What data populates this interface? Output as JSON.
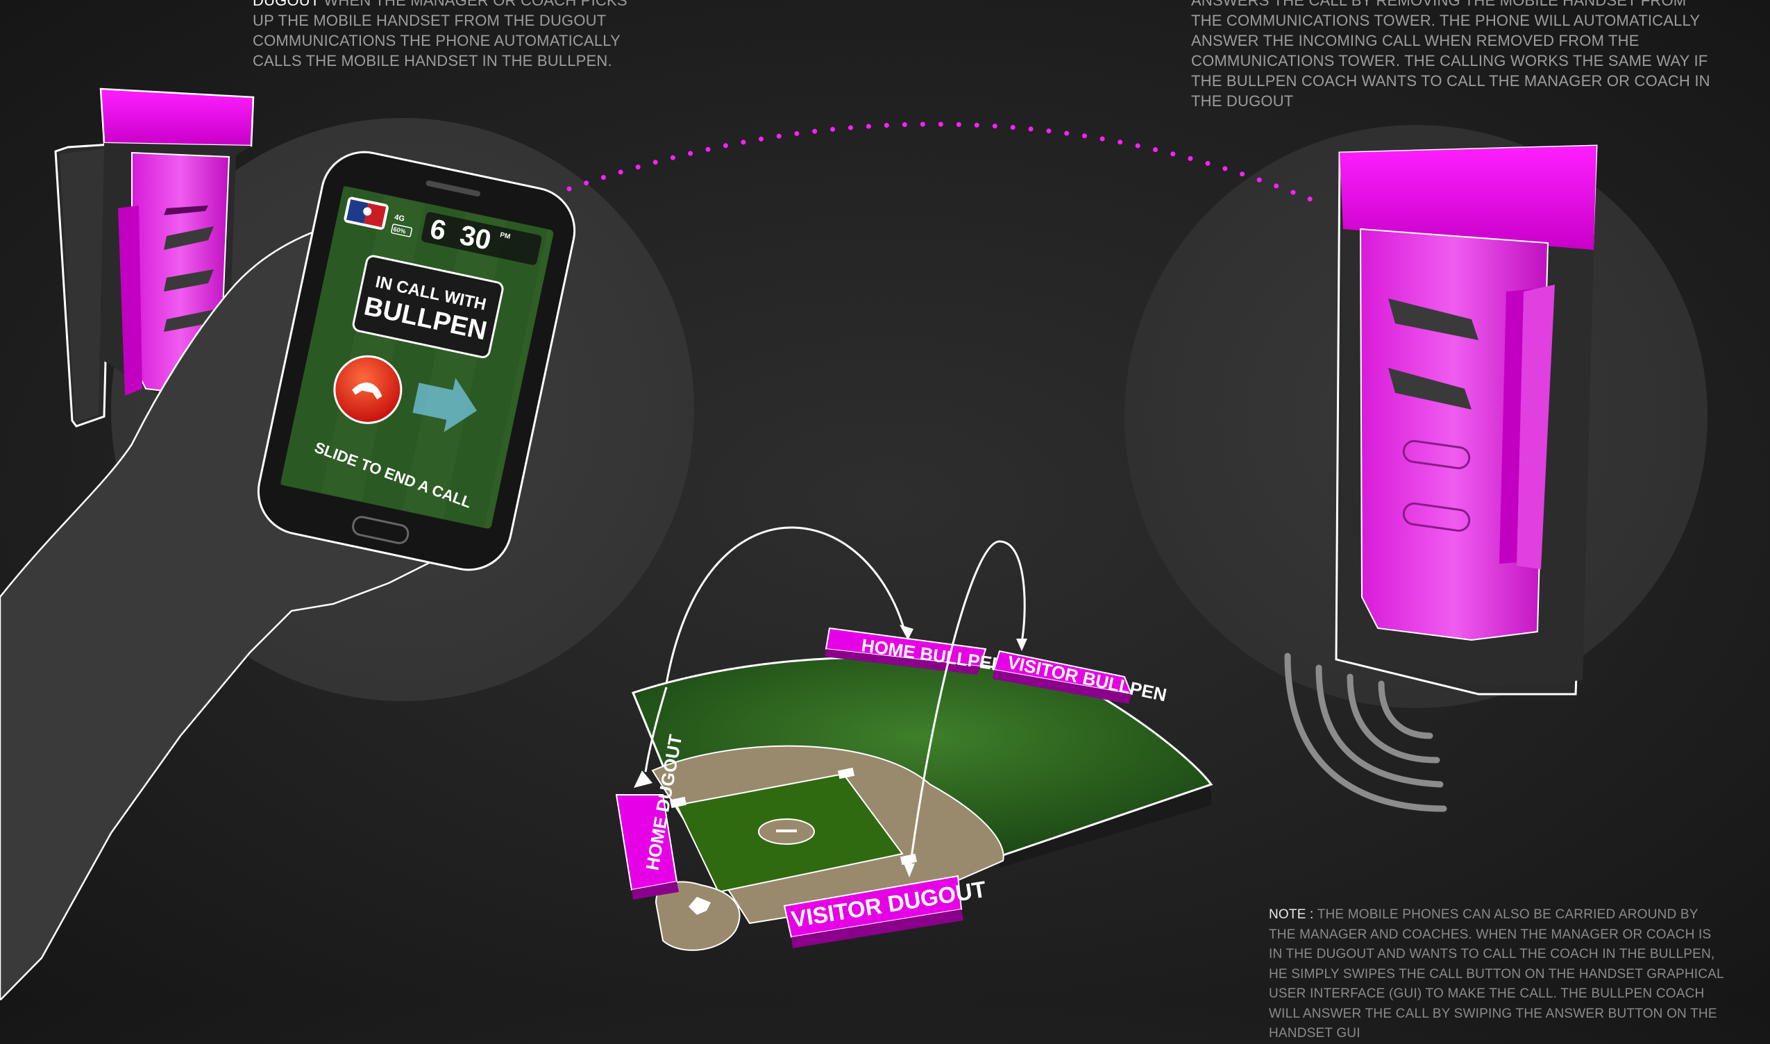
{
  "captions": {
    "left": {
      "lead": "DUGOUT",
      "text": " WHEN THE MANAGER OR COACH PICKS UP THE MOBILE HANDSET FROM THE DUGOUT COMMUNICATIONS THE PHONE AUTOMATICALLY CALLS THE MOBILE HANDSET IN THE BULLPEN."
    },
    "right": {
      "text": "ANSWERS THE CALL BY REMOVING THE MOBILE HANDSET FROM THE COMMUNICATIONS TOWER. THE PHONE WILL AUTOMATICALLY ANSWER THE INCOMING CALL WHEN REMOVED FROM THE COMMUNICATIONS TOWER. THE CALLING WORKS THE SAME WAY IF THE BULLPEN COACH WANTS TO CALL THE MANAGER OR COACH IN THE DUGOUT"
    },
    "note": {
      "lead": "NOTE : ",
      "text": "THE MOBILE PHONES CAN ALSO BE CARRIED AROUND BY THE MANAGER AND COACHES. WHEN THE MANAGER OR COACH IS IN THE DUGOUT AND WANTS TO CALL THE COACH IN THE BULLPEN, HE SIMPLY SWIPES THE CALL BUTTON ON THE HANDSET GRAPHICAL USER INTERFACE (GUI) TO MAKE THE CALL. THE BULLPEN COACH WILL ANSWER THE CALL BY SWIPING THE ANSWER BUTTON ON THE HANDSET GUI"
    }
  },
  "phone": {
    "signal": "4G",
    "battery": "60%",
    "time_hour": "6",
    "time_min": "30",
    "time_suffix": "PM",
    "call_line1": "IN CALL WITH",
    "call_line2": "BULLPEN",
    "slide_text": "SLIDE TO END A CALL"
  },
  "field": {
    "home_bullpen": "HOME BULLPEN",
    "visitor_bullpen": "VISITOR BULLPEN",
    "home_dugout": "HOME DUGOUT",
    "visitor_dugout": "VISITOR DUGOUT"
  },
  "colors": {
    "magenta": "#e600e6",
    "field_green": "#2f6a10",
    "infield_dirt": "#9a8a6d",
    "end_call_red": "#e0251b"
  },
  "icons": {
    "league_logo": "league-logo-icon",
    "end_call": "end-call-icon",
    "slide_arrow": "arrow-right-icon",
    "wireless": "wireless-signal-icon"
  }
}
